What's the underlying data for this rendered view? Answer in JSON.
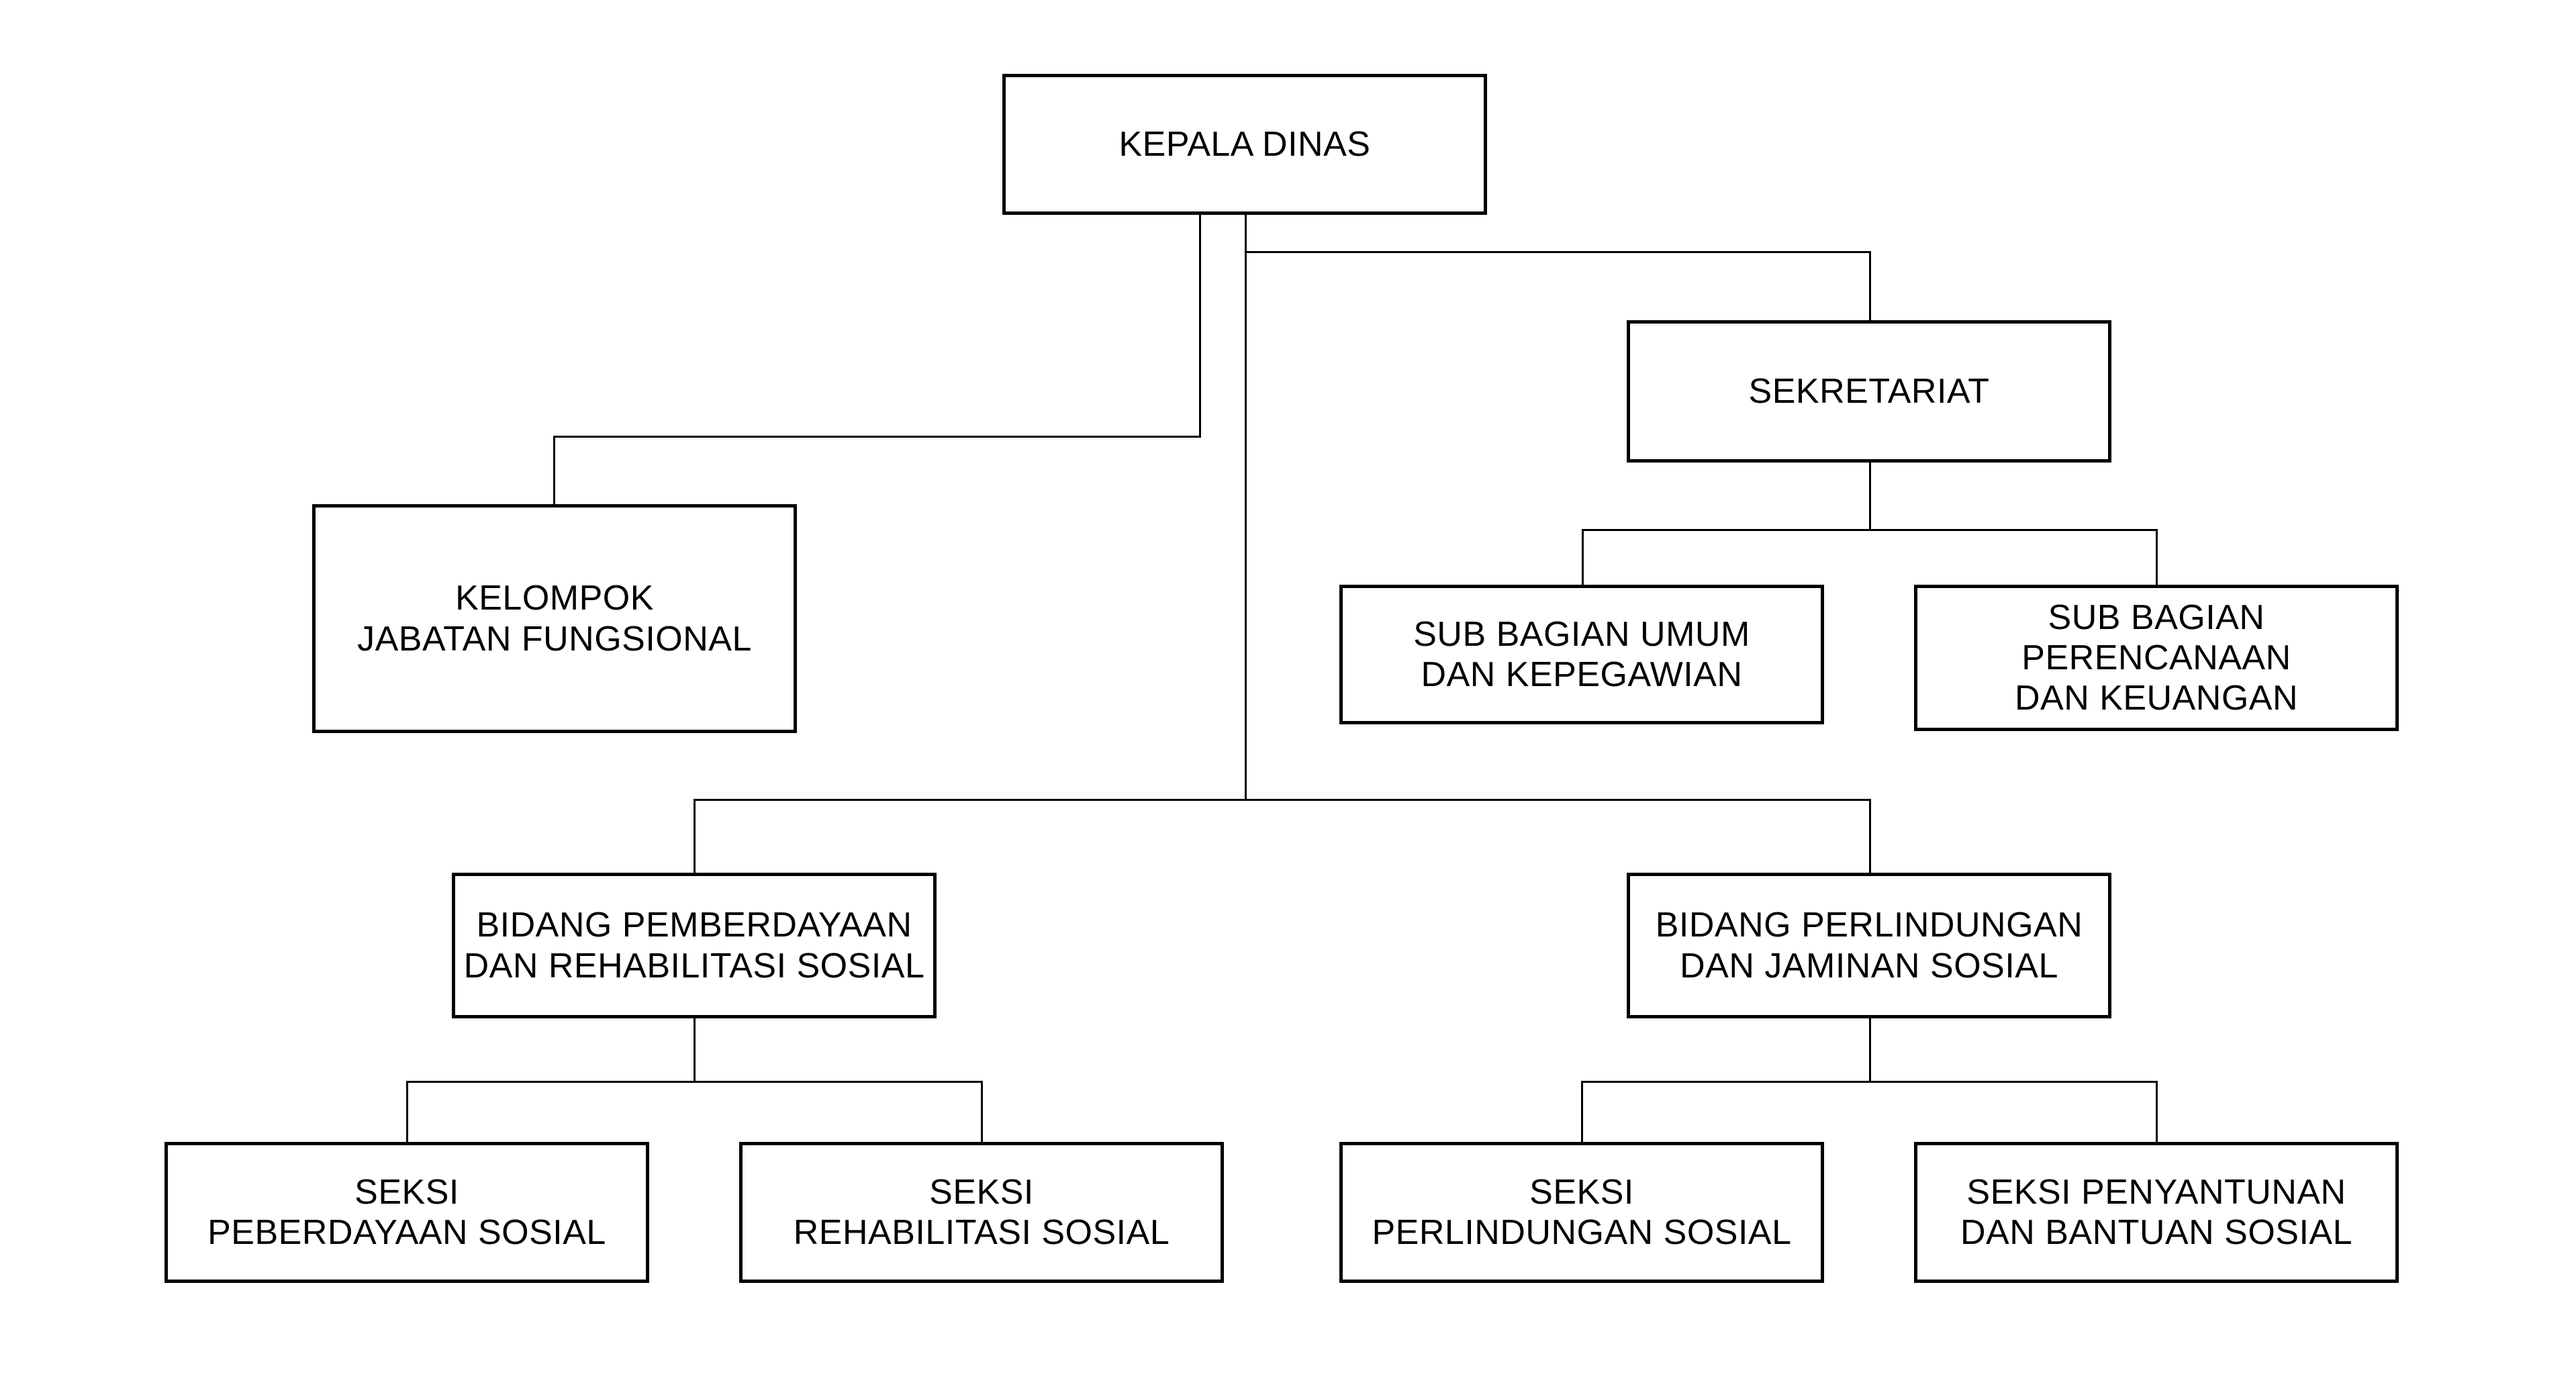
{
  "colors": {
    "background": "#ffffff",
    "box_border": "#000000",
    "box_fill": "#ffffff",
    "text": "#000000",
    "connector": "#000000"
  },
  "chart": {
    "type": "org-chart",
    "nodes": [
      {
        "id": "kepala-dinas",
        "lines": [
          "KEPALA DINAS"
        ]
      },
      {
        "id": "sekretariat",
        "lines": [
          "SEKRETARIAT"
        ]
      },
      {
        "id": "kelompok-jabatan-fungsional",
        "lines": [
          "KELOMPOK",
          "JABATAN FUNGSIONAL"
        ]
      },
      {
        "id": "sub-bagian-umum",
        "lines": [
          "SUB BAGIAN UMUM",
          "DAN KEPEGAWIAN"
        ]
      },
      {
        "id": "sub-bagian-perencanaan",
        "lines": [
          "SUB BAGIAN",
          "PERENCANAAN",
          "DAN KEUANGAN"
        ]
      },
      {
        "id": "bidang-pemberdayaan",
        "lines": [
          "BIDANG PEMBERDAYAAN",
          "DAN REHABILITASI SOSIAL"
        ]
      },
      {
        "id": "bidang-perlindungan",
        "lines": [
          "BIDANG PERLINDUNGAN",
          "DAN JAMINAN SOSIAL"
        ]
      },
      {
        "id": "seksi-peberdayaan",
        "lines": [
          "SEKSI",
          "PEBERDAYAAN SOSIAL"
        ]
      },
      {
        "id": "seksi-rehabilitasi",
        "lines": [
          "SEKSI",
          "REHABILITASI SOSIAL"
        ]
      },
      {
        "id": "seksi-perlindungan",
        "lines": [
          "SEKSI",
          "PERLINDUNGAN SOSIAL"
        ]
      },
      {
        "id": "seksi-penyantunan",
        "lines": [
          "SEKSI PENYANTUNAN",
          "DAN BANTUAN SOSIAL"
        ]
      }
    ],
    "edges": [
      {
        "from": "kepala-dinas",
        "to": "kelompok-jabatan-fungsional"
      },
      {
        "from": "kepala-dinas",
        "to": "sekretariat"
      },
      {
        "from": "kepala-dinas",
        "to": "bidang-pemberdayaan"
      },
      {
        "from": "kepala-dinas",
        "to": "bidang-perlindungan"
      },
      {
        "from": "sekretariat",
        "to": "sub-bagian-umum"
      },
      {
        "from": "sekretariat",
        "to": "sub-bagian-perencanaan"
      },
      {
        "from": "bidang-pemberdayaan",
        "to": "seksi-peberdayaan"
      },
      {
        "from": "bidang-pemberdayaan",
        "to": "seksi-rehabilitasi"
      },
      {
        "from": "bidang-perlindungan",
        "to": "seksi-perlindungan"
      },
      {
        "from": "bidang-perlindungan",
        "to": "seksi-penyantunan"
      }
    ]
  }
}
